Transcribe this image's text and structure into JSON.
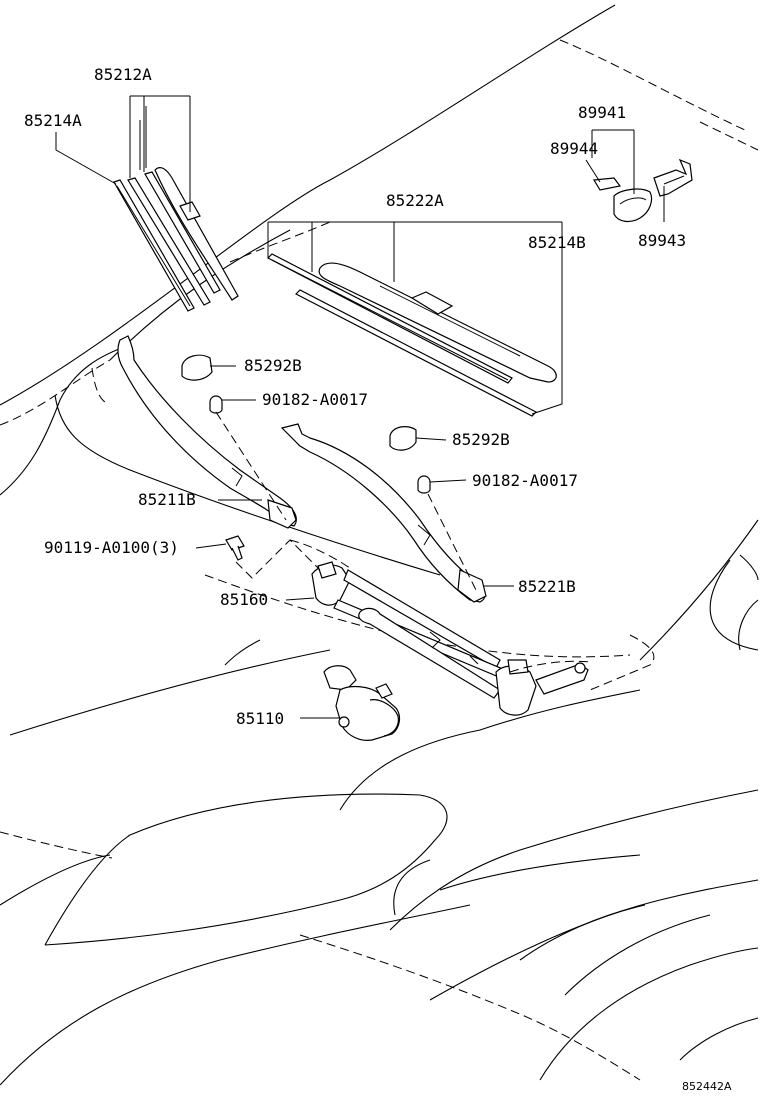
{
  "labels": {
    "p85212A": "85212A",
    "p85214A": "85214A",
    "p85222A": "85222A",
    "p85214B": "85214B",
    "p89941": "89941",
    "p89944": "89944",
    "p89943": "89943",
    "p85292B_1": "85292B",
    "p90182_1": "90182-A0017",
    "p85292B_2": "85292B",
    "p90182_2": "90182-A0017",
    "p85211B": "85211B",
    "p90119": "90119-A0100(3)",
    "p85160": "85160",
    "p85221B": "85221B",
    "p85110": "85110"
  },
  "figure_code": "852442A"
}
